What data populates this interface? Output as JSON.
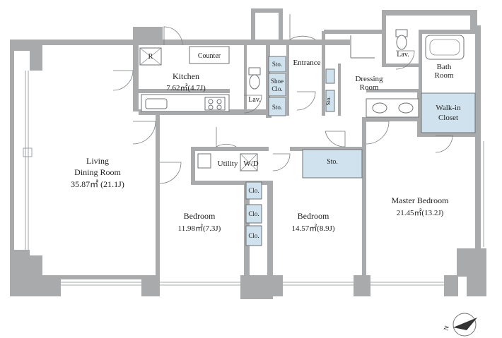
{
  "rooms": {
    "living": {
      "name_line1": "Living",
      "name_line2": "Dining Room",
      "area": "35.87㎡ (21.1J)"
    },
    "kitchen": {
      "name": "Kitchen",
      "area": "7.62㎡(4.7J)"
    },
    "counter": "Counter",
    "refrigerator": "R",
    "lav_center": "Lav.",
    "lav_top": "Lav.",
    "entrance": "Entrance",
    "dressing": {
      "line1": "Dressing",
      "line2": "Room"
    },
    "bath": {
      "line1": "Bath",
      "line2": "Room"
    },
    "walkin": {
      "line1": "Walk-in",
      "line2": "Closet"
    },
    "utility": "Utility",
    "wd": "W/D",
    "sto_hall": "Sto.",
    "bedroom2": {
      "name": "Bedroom",
      "area": "11.98㎡(7.3J)"
    },
    "bedroom3": {
      "name": "Bedroom",
      "area": "14.57㎡(8.9J)"
    },
    "master": {
      "name": "Master Bedroom",
      "area": "21.45㎡(13.2J)"
    }
  },
  "storage": {
    "sto_entrance_top": "Sto.",
    "shoe_line1": "Shoe",
    "shoe_line2": "Clo.",
    "sto_entrance_bottom": "Sto.",
    "sto_dressing": "Sto.",
    "clo_utility": "Clo.",
    "clo_bed_a": "Clo.",
    "clo_bed_b": "Clo."
  },
  "compass": {
    "label": "N"
  },
  "colors": {
    "wall": "#a8aaac",
    "storage_fill": "#cfe2ee",
    "line": "#6f7173"
  }
}
